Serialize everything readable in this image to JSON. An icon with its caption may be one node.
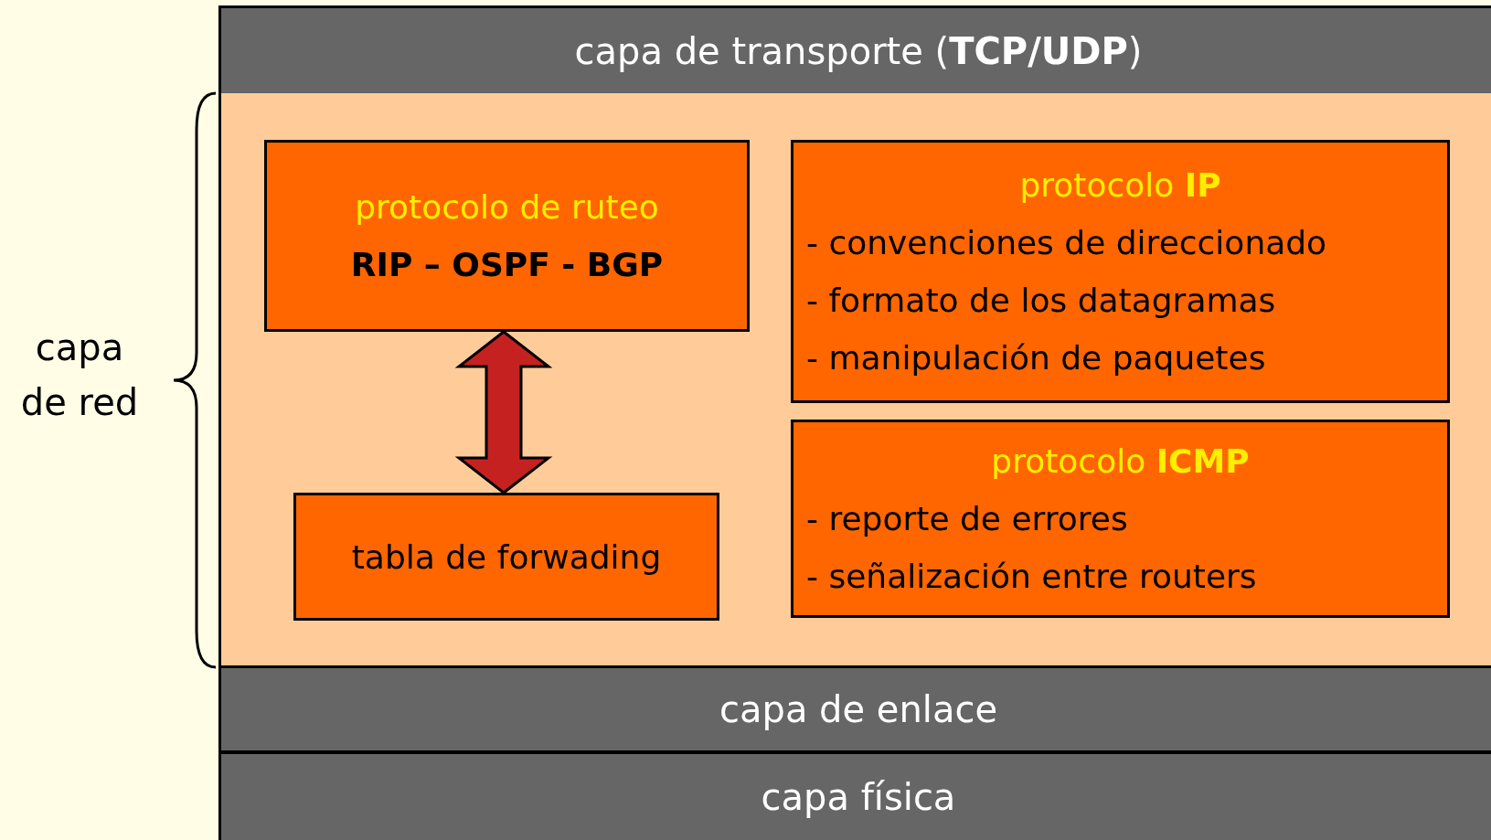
{
  "diagram": {
    "nodes": [
      {
        "text": [
          "capa de transporte (**TCP/UDP**)"
        ]
      },
      {
        "text": [],
        "shape": "box",
        "beside": [
          "capa de red"
        ]
      },
      {
        "text": [
          "protocolo de ruteo",
          "RIP – OSPF - BGP"
        ],
        "in": 1
      },
      {
        "text": [
          "tabla de forwading"
        ],
        "in": 1
      },
      {
        "text": [
          "protocolo **IP**",
          "- convenciones de direccionado",
          "- formato de los datagramas",
          "- manipulación de paquetes"
        ],
        "in": 1
      },
      {
        "text": [
          "protocolo **ICMP**",
          "- reporte de errores",
          "- señalización entre routers"
        ],
        "in": 1
      },
      {
        "text": [
          "capa de enlace"
        ]
      },
      {
        "text": [
          "capa física"
        ]
      }
    ],
    "edges": [
      {
        "from": 2,
        "to": 3,
        "arrow": "both",
        "style": "thick",
        "color": "#c62121"
      }
    ]
  }
}
